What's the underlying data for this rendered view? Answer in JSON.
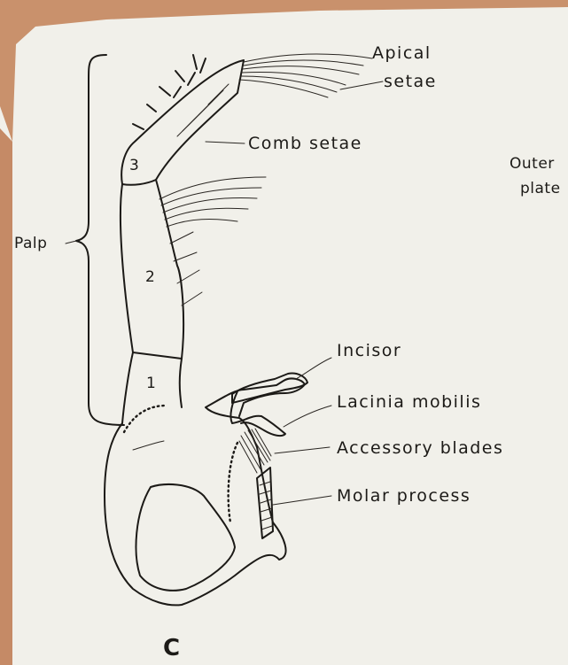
{
  "figure": {
    "panel_letter": "C",
    "labels": {
      "apical_line1": "Apical",
      "apical_line2": "setae",
      "comb_setae": "Comb setae",
      "outer_plate_line1": "Outer",
      "outer_plate_line2": "plate",
      "palp": "Palp",
      "incisor": "Incisor",
      "lacinia_mobilis": "Lacinia mobilis",
      "accessory_blades": "Accessory blades",
      "molar_process": "Molar process"
    },
    "segment_numbers": [
      "3",
      "2",
      "1"
    ]
  },
  "colors": {
    "paper": "#f1f0ea",
    "border": "#c58a66",
    "ink": "#1c1a17"
  }
}
